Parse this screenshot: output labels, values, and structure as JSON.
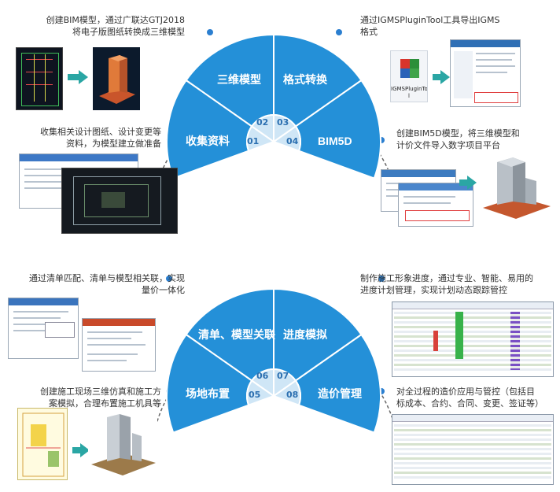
{
  "top_diagram": {
    "segments": [
      {
        "label": "收集资料",
        "num": "01"
      },
      {
        "label": "三维模型",
        "num": "02"
      },
      {
        "label": "格式转换",
        "num": "03"
      },
      {
        "label": "BIM5D",
        "num": "04"
      }
    ],
    "captions": {
      "tl_line1": "创建BIM模型，通过广联达GTJ2018",
      "tl_line2": "将电子版图纸转换成三维模型",
      "ml_line1": "收集相关设计图纸、设计变更等",
      "ml_line2": "资料，为模型建立做准备",
      "tr_line1": "通过IGMSPluginTool工具导出IGMS",
      "tr_line2": "格式",
      "mr_line1": "创建BIM5D模型，将三维模型和",
      "mr_line2": "计价文件导入数字项目平台"
    },
    "tool_icon_label_1": "IGMSPluginToo",
    "tool_icon_label_2": "l"
  },
  "bottom_diagram": {
    "segments": [
      {
        "label": "场地布置",
        "num": "05"
      },
      {
        "label": "清单、模型关联",
        "num": "06"
      },
      {
        "label": "进度模拟",
        "num": "07"
      },
      {
        "label": "造价管理",
        "num": "08"
      }
    ],
    "captions": {
      "tl_line1": "通过清单匹配、清单与模型相关联，实现",
      "tl_line2": "量价一体化",
      "bl_line1": "创建施工现场三维仿真和施工方",
      "bl_line2": "案模拟，合理布置施工机具等",
      "tr_line1": "制作施工形象进度，通过专业、智能、易用的",
      "tr_line2": "进度计划管理，实现计划动态跟踪管控",
      "br_line1": "对全过程的造价应用与管控（包括目",
      "br_line2": "标成本、合约、合同、变更、签证等）"
    }
  },
  "colors": {
    "segment_blue": "#2490d8",
    "hub_light": "#cfe6f6",
    "dashed": "#666666",
    "dot": "#2b7fd0",
    "arrow_teal": "#2aa6a4"
  }
}
